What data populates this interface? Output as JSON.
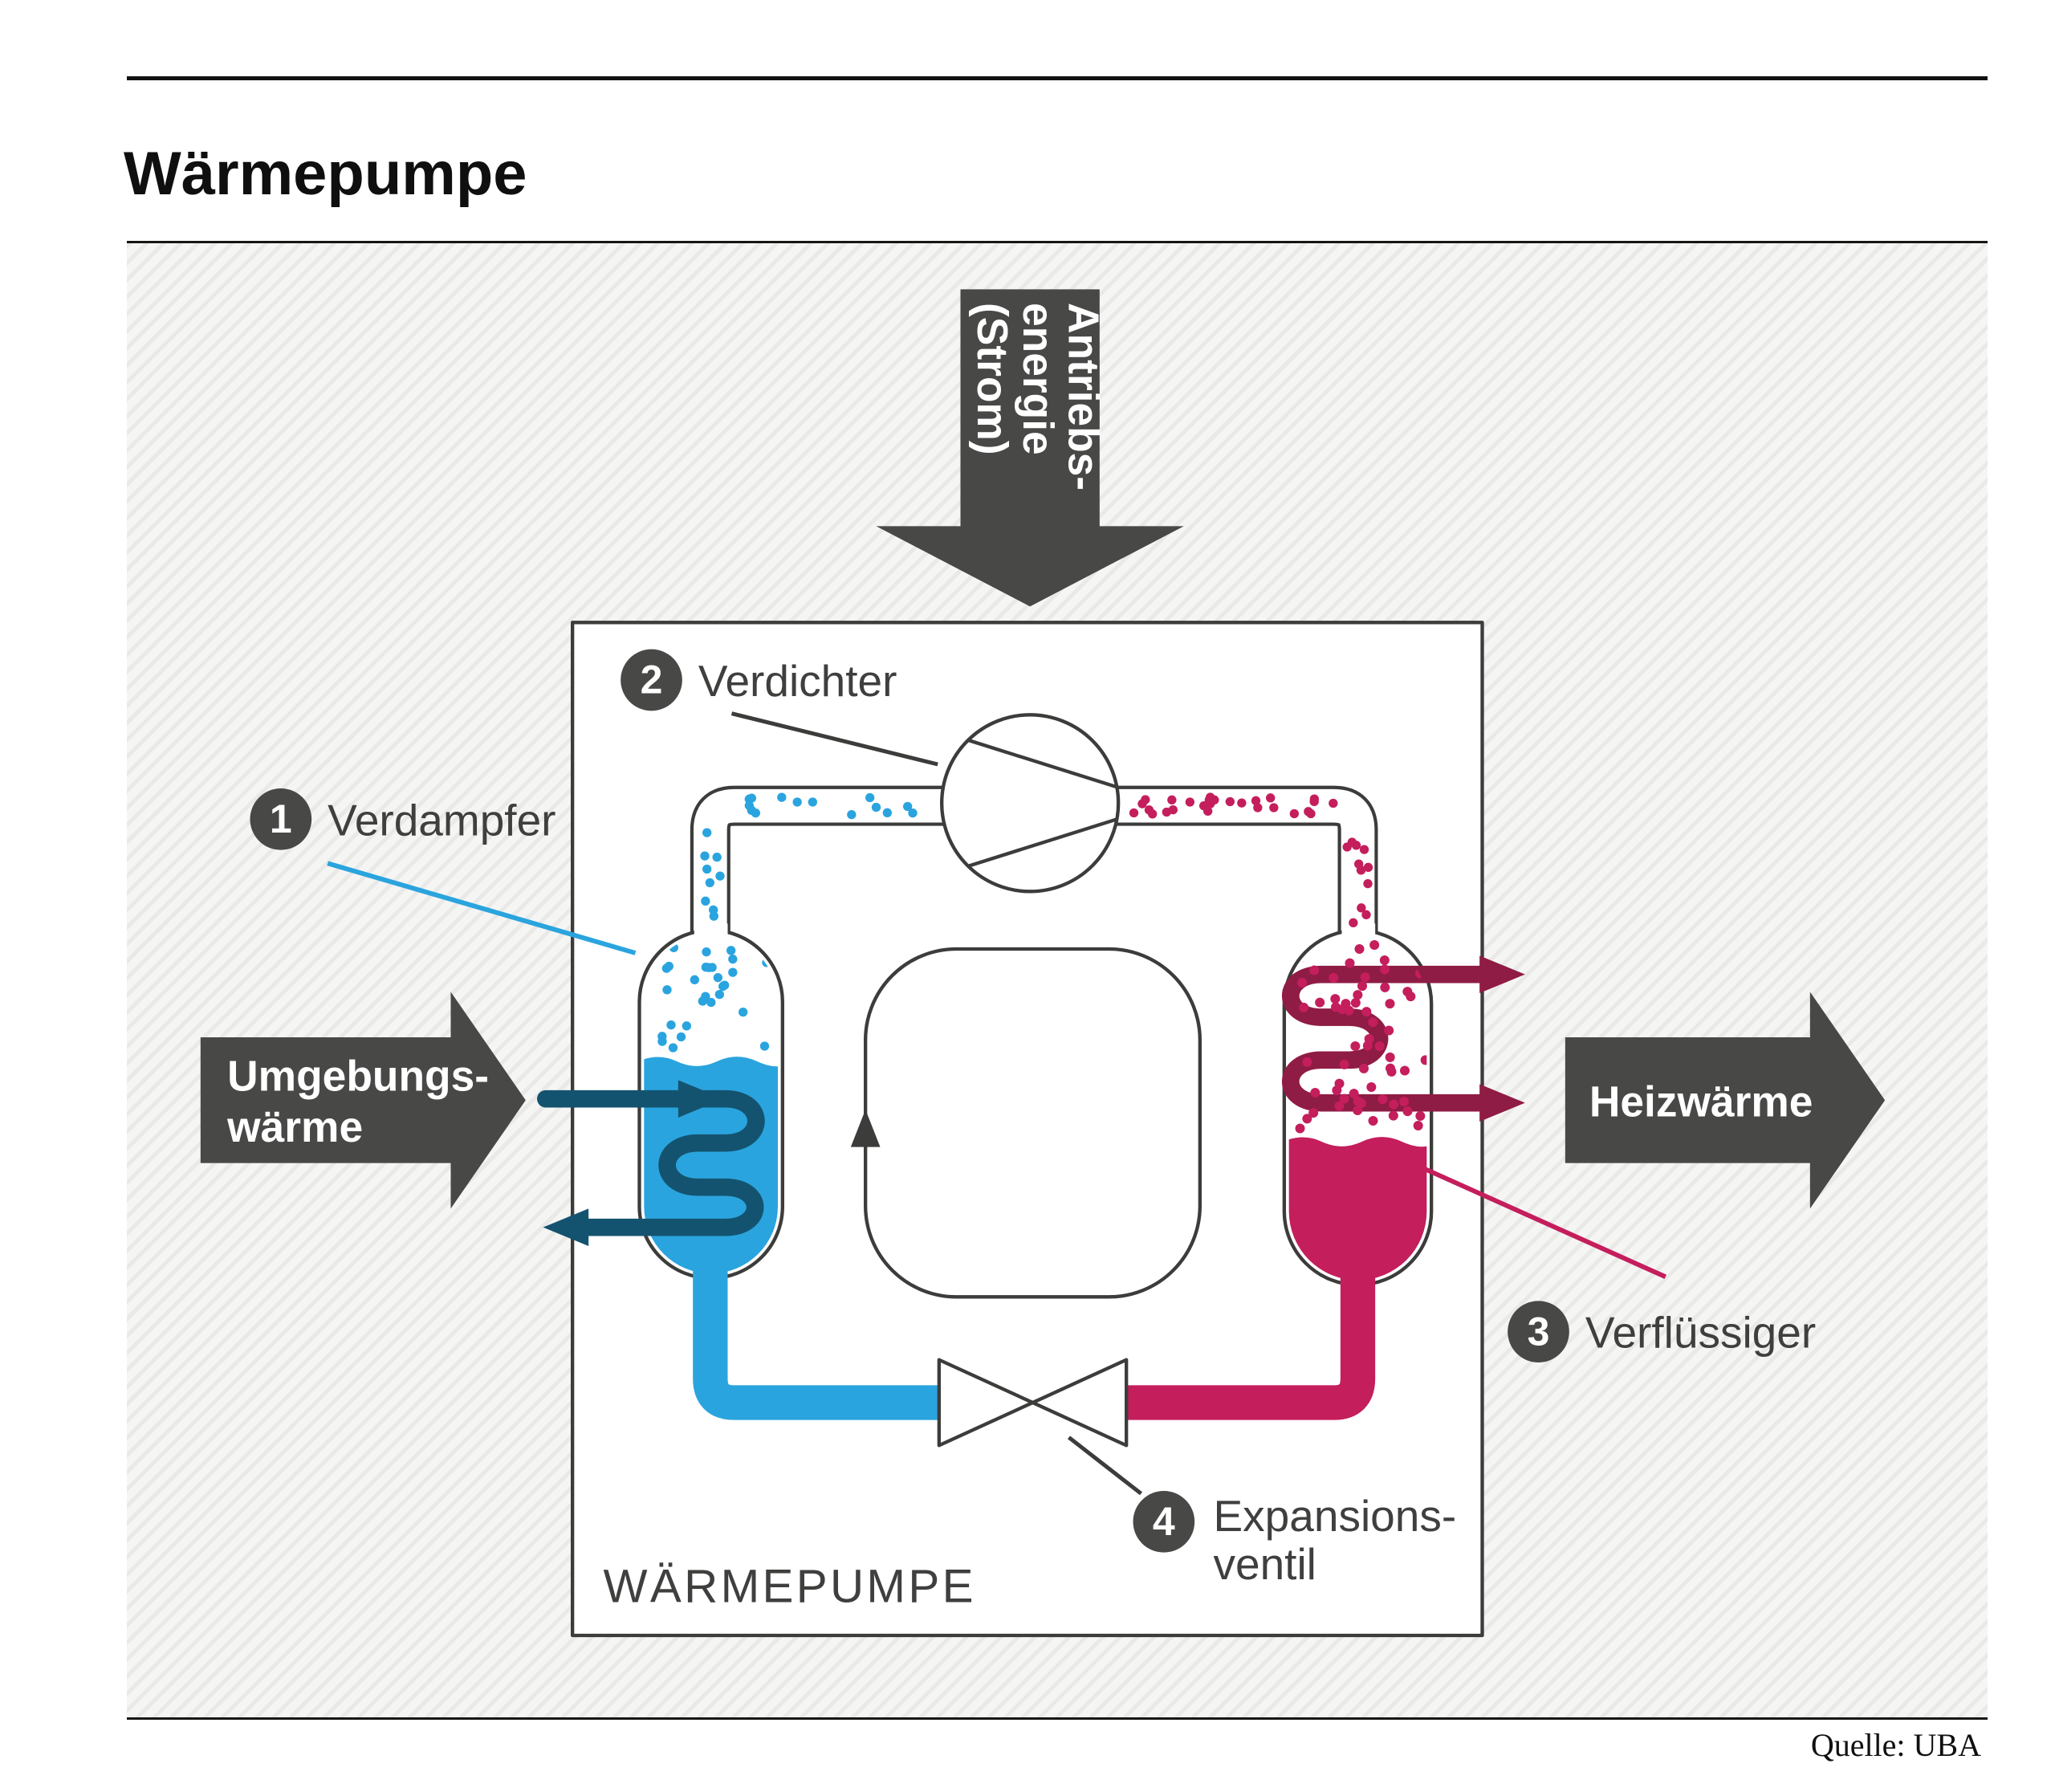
{
  "header": {
    "title": "Wärmepumpe"
  },
  "footer": {
    "source": "Quelle: UBA"
  },
  "diagram": {
    "box_label": "WÄRMEPUMPE",
    "energy_arrow": {
      "line1": "Antriebs-",
      "line2": "energie",
      "line3": "(Strom)"
    },
    "ambient_arrow": {
      "line1": "Umgebungs-",
      "line2": "wärme"
    },
    "heat_arrow": {
      "label": "Heizwärme"
    },
    "labels": {
      "evaporator": {
        "number": "1",
        "label": "Verdampfer"
      },
      "compressor": {
        "number": "2",
        "label": "Verdichter"
      },
      "condenser": {
        "number": "3",
        "label": "Verflüssiger"
      },
      "expansion_valve": {
        "number": "4",
        "line1": "Expansions-",
        "line2": "ventil"
      }
    },
    "colors": {
      "blue": "#2aa4de",
      "dark_blue": "#14536f",
      "pink": "#c41e5c",
      "dark_red": "#8f1c44",
      "dark_gray": "#484847"
    }
  }
}
